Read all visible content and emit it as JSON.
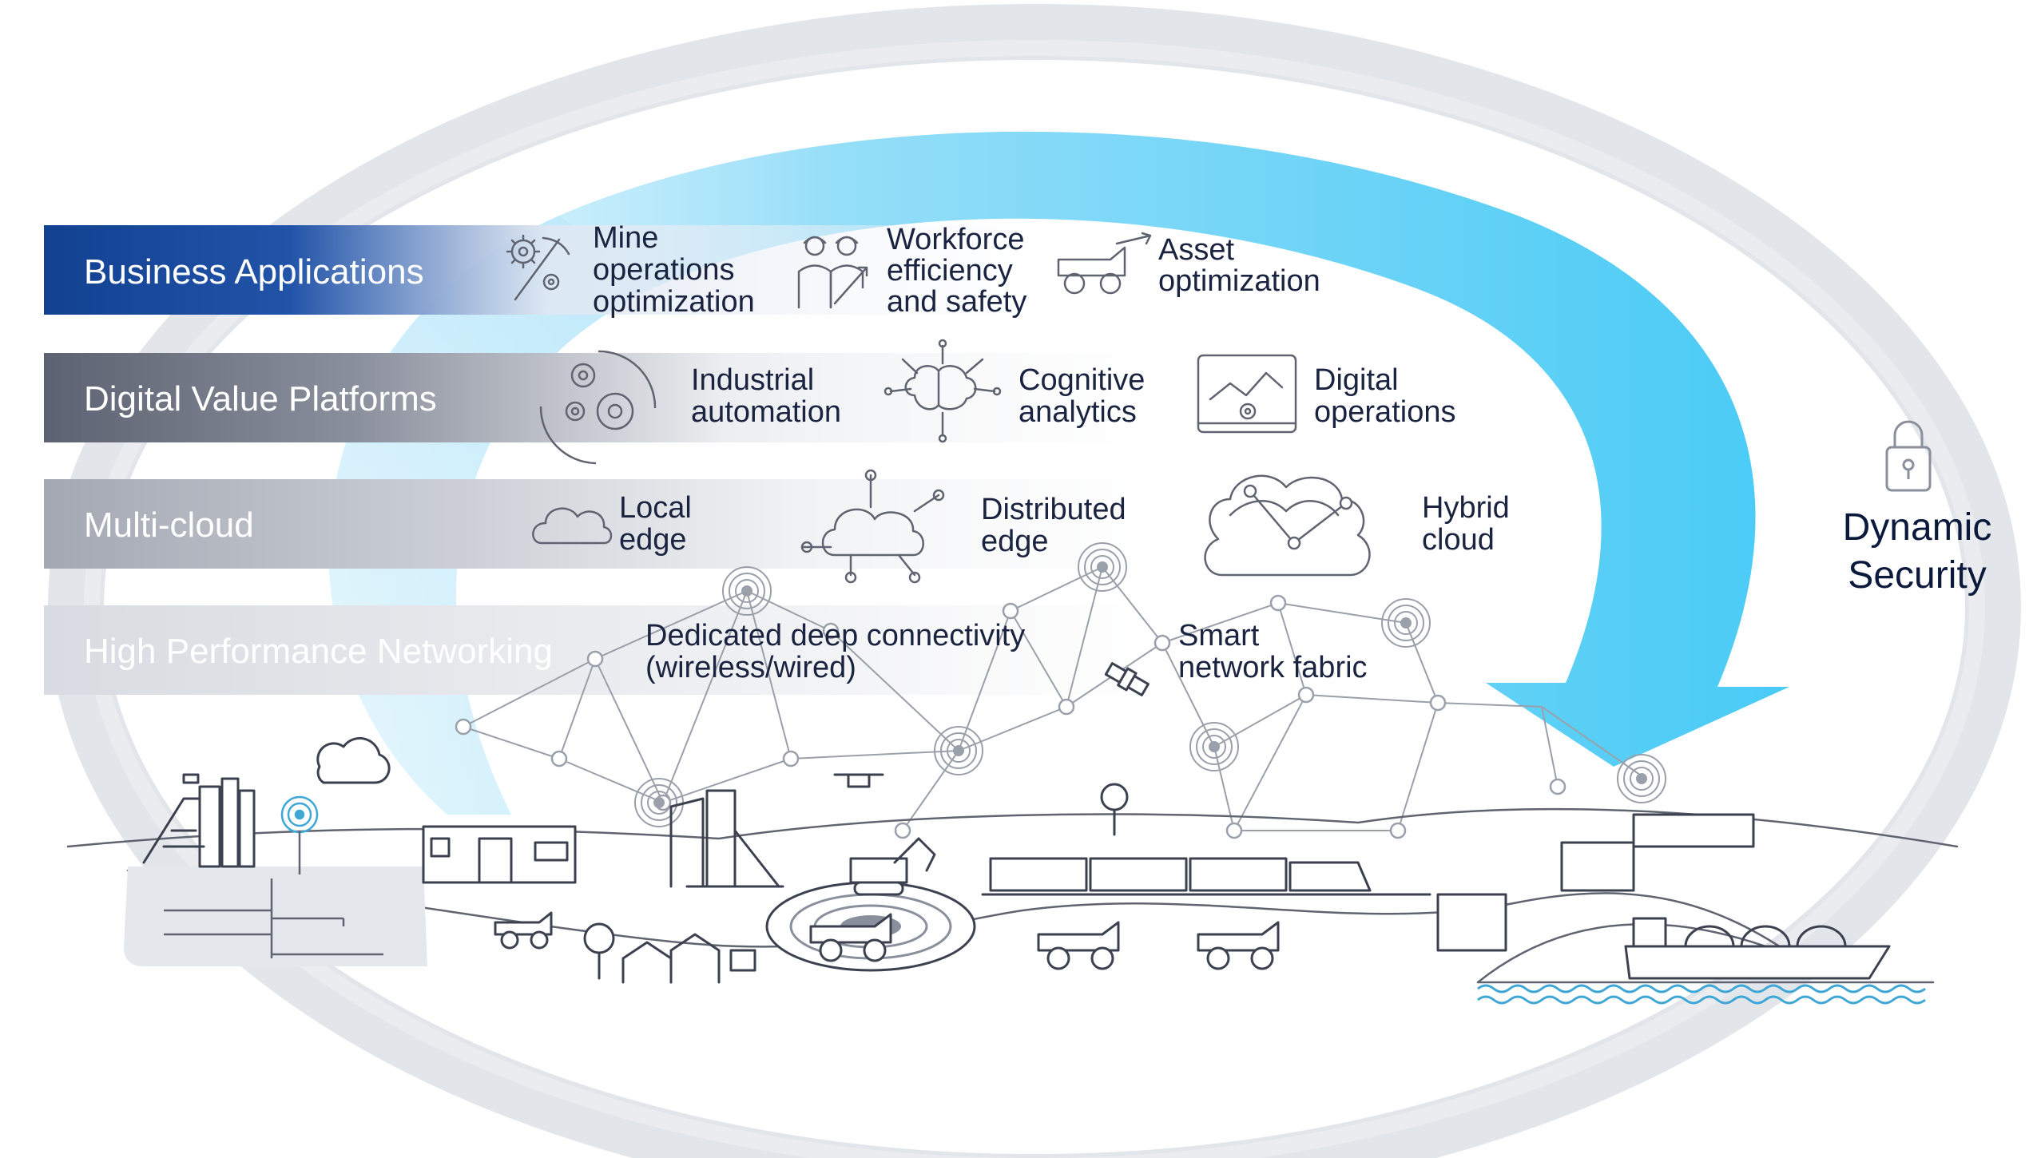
{
  "bands": [
    {
      "label": "Business Applications",
      "color": "#124191"
    },
    {
      "label": "Digital Value Platforms",
      "color": "#6b7080"
    },
    {
      "label": "Multi-cloud",
      "color": "#a9aeb8"
    },
    {
      "label": "High Performance Networking",
      "color": "#dde0e5"
    }
  ],
  "business_apps": {
    "mine_ops": [
      "Mine",
      "operations",
      "optimization"
    ],
    "workforce": [
      "Workforce",
      "efficiency",
      "and safety"
    ],
    "asset": [
      "Asset",
      "optimization"
    ]
  },
  "platforms": {
    "industrial": [
      "Industrial",
      "automation"
    ],
    "cognitive": [
      "Cognitive",
      "analytics"
    ],
    "digital_ops": [
      "Digital",
      "operations"
    ]
  },
  "multicloud": {
    "local": [
      "Local",
      "edge"
    ],
    "distributed": [
      "Distributed",
      "edge"
    ],
    "hybrid": [
      "Hybrid",
      "cloud"
    ]
  },
  "networking": {
    "dedicated": [
      "Dedicated deep connectivity",
      "(wireless/wired)"
    ],
    "smart": [
      "Smart",
      "network fabric"
    ]
  },
  "security": [
    "Dynamic",
    "Security"
  ],
  "colors": {
    "arrow": "#3fc8f5",
    "ring": "#dfe2e7",
    "text_dark": "#0b1a3c"
  },
  "icons": [
    "pickaxe-gears-icon",
    "workers-icon",
    "dump-truck-icon",
    "gears-cycle-icon",
    "brain-network-icon",
    "monitor-chart-icon",
    "cloud-icon",
    "cloud-network-icon",
    "hybrid-cloud-icon",
    "lock-icon"
  ]
}
